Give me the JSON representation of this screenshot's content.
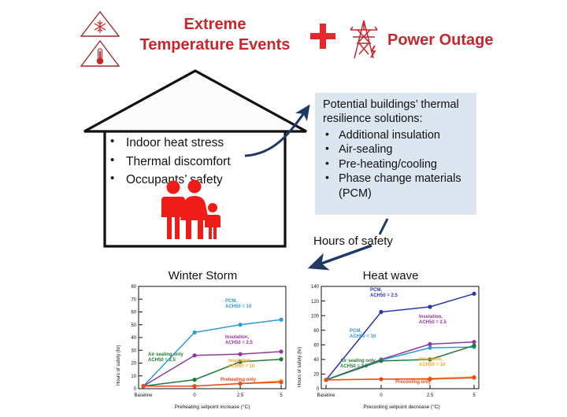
{
  "header": {
    "hazard_icons": [
      "snowflake-warning-icon",
      "thermometer-warning-icon"
    ],
    "title_line1": "Extreme",
    "title_line2": "Temperature Events",
    "plus": "+",
    "power_icon": "transmission-tower-icon",
    "power_title": "Power Outage",
    "accent_color": "#c9252d"
  },
  "house": {
    "icon": "house-outline",
    "bullets": [
      "Indoor heat stress",
      "Thermal discomfort",
      "Occupants’ safety"
    ],
    "family_icon": "family-figures-icon",
    "family_color": "#f01c18"
  },
  "solutions": {
    "heading_line1": "Potential buildings’ thermal",
    "heading_line2": "resilience solutions:",
    "bullets": [
      "Additional insulation",
      "Air-sealing",
      "Pre-heating/cooling",
      "Phase change materials"
    ],
    "bullet4_cont": "(PCM)",
    "box_color": "#dce6f1"
  },
  "flow": {
    "hours_of_safety_label": "Hours of safety",
    "arrow_color": "#1f3864"
  },
  "chart_data": [
    {
      "type": "line",
      "title": "Winter Storm",
      "xlabel": "Preheating setpoint increase (°C)",
      "ylabel": "Hours of safety (hr)",
      "categories": [
        "Baseline",
        "0",
        "2.5",
        "5"
      ],
      "ylim": [
        0,
        80
      ],
      "yticks": [
        0,
        10,
        20,
        30,
        40,
        50,
        60,
        70,
        80
      ],
      "grid": false,
      "series": [
        {
          "name": "PCM, ACH50 = 10",
          "label_line1": "PCM,",
          "label_line2": "ACH50 = 10",
          "color": "#2e9bd6",
          "values": [
            2,
            44,
            50,
            54
          ]
        },
        {
          "name": "Insulation, ACH50 = 2.5",
          "label_line1": "Insulation,",
          "label_line2": "ACH50 = 2.5",
          "color": "#8e3a9e",
          "values": [
            2,
            26,
            27,
            29
          ]
        },
        {
          "name": "Air sealing only ACH50 = 2.5",
          "label_line1": "Air sealing only",
          "label_line2": "ACH50 = 2.5",
          "color": "#1f7a32",
          "values": [
            2,
            7,
            21,
            23
          ]
        },
        {
          "name": "Insulation, ACH50 = 10",
          "label_line1": "Insulation,",
          "label_line2": "ACH50 = 10",
          "color": "#f5a623",
          "values": [
            2,
            2,
            4,
            6
          ]
        },
        {
          "name": "Preheating only",
          "label_line1": "Preheating only",
          "label_line2": "",
          "color": "#ea4a1f",
          "values": [
            2,
            2,
            4,
            5
          ]
        }
      ]
    },
    {
      "type": "line",
      "title": "Heat wave",
      "xlabel": "Precooling setpoint decrease (°C)",
      "ylabel": "Hours of safety (hr)",
      "categories": [
        "Baseline",
        "0",
        "2.5",
        "5"
      ],
      "ylim": [
        0,
        140
      ],
      "yticks": [
        0,
        20,
        40,
        60,
        80,
        100,
        120,
        140
      ],
      "grid": false,
      "series": [
        {
          "name": "PCM, ACH50 = 2.5",
          "label_line1": "PCM,",
          "label_line2": "ACH50 = 2.5",
          "color": "#2a36b1",
          "values": [
            12,
            105,
            112,
            130
          ]
        },
        {
          "name": "Insulation, ACH50 = 2.5",
          "label_line1": "Insulation,",
          "label_line2": "ACH50 = 2.5",
          "color": "#8e3a9e",
          "values": [
            12,
            40,
            61,
            64
          ]
        },
        {
          "name": "PCM, ACH50 = 10",
          "label_line1": "PCM,",
          "label_line2": "ACH50 = 10",
          "color": "#2e9bd6",
          "values": [
            12,
            39,
            56,
            57
          ]
        },
        {
          "name": "Air sealing only ACH50 = 2.5",
          "label_line1": "Air sealing only",
          "label_line2": "ACH50 = 2.5",
          "color": "#1f7a32",
          "values": [
            12,
            38,
            40,
            59
          ]
        },
        {
          "name": "Insulation, ACH50 = 10",
          "label_line1": "Insulation,",
          "label_line2": "ACH50 = 10",
          "color": "#f5a623",
          "values": [
            12,
            13,
            14,
            16
          ]
        },
        {
          "name": "Precooling only",
          "label_line1": "Precooling only",
          "label_line2": "",
          "color": "#ea4a1f",
          "values": [
            12,
            13,
            13,
            15
          ]
        }
      ]
    }
  ]
}
